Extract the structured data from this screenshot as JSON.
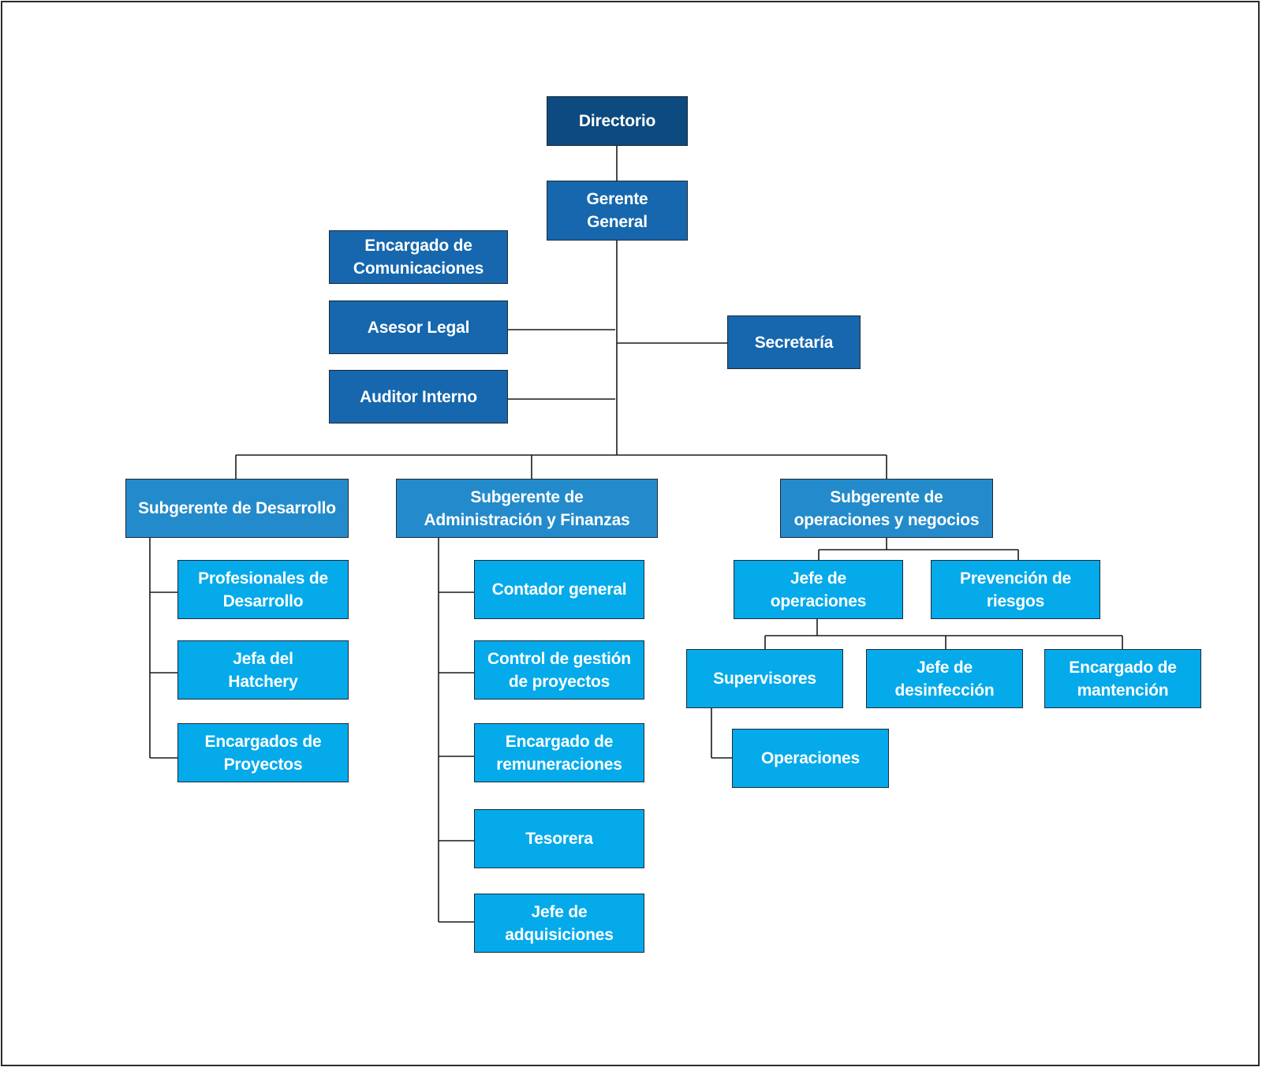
{
  "nodes": {
    "directorio": "Directorio",
    "gerente_general": "Gerente\nGeneral",
    "encargado_comunicaciones": "Encargado de\nComunicaciones",
    "asesor_legal": "Asesor Legal",
    "auditor_interno": "Auditor Interno",
    "secretaria": "Secretaría",
    "subgerente_desarrollo": "Subgerente de Desarrollo",
    "subgerente_administracion": "Subgerente de\nAdministración y Finanzas",
    "subgerente_operaciones": "Subgerente de\noperaciones y negocios",
    "profesionales_desarrollo": "Profesionales de\nDesarrollo",
    "jefa_hatchery": "Jefa del\nHatchery",
    "encargados_proyectos": "Encargados de\nProyectos",
    "contador_general": "Contador general",
    "control_gestion": "Control de gestión\nde proyectos",
    "encargado_remuneraciones": "Encargado de\nremuneraciones",
    "tesorera": "Tesorera",
    "jefe_adquisiciones": "Jefe de\nadquisiciones",
    "jefe_operaciones": "Jefe de\noperaciones",
    "prevencion_riesgos": "Prevención de\nriesgos",
    "supervisores": "Supervisores",
    "jefe_desinfeccion": "Jefe de\ndesinfección",
    "encargado_mantencion": "Encargado de\nmantención",
    "operaciones": "Operaciones"
  },
  "colors": {
    "top_level": "#0c4a7f",
    "management": "#1667ad",
    "subgerente": "#238bcb",
    "staff": "#04aaea",
    "connector": "#1a1a1a"
  }
}
